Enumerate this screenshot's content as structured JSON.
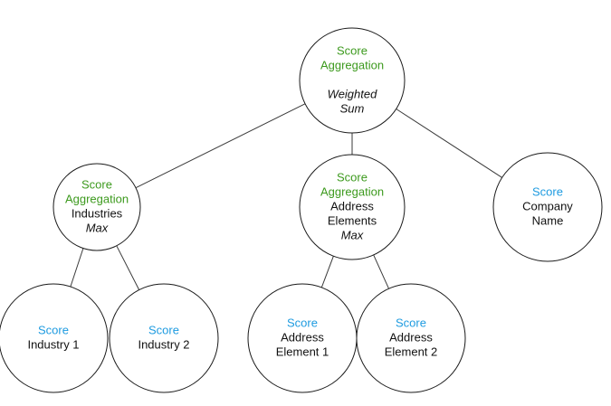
{
  "colors": {
    "aggregation": "#3d9a1e",
    "score": "#1e9be0",
    "text": "#111111",
    "stroke": "#1a1a1a"
  },
  "nodes": {
    "root": {
      "lines": [
        {
          "text": "Score",
          "style": "green"
        },
        {
          "text": "Aggregation",
          "style": "green"
        },
        {
          "text": "",
          "style": "spacer"
        },
        {
          "text": "Weighted",
          "style": "italic"
        },
        {
          "text": "Sum",
          "style": "italic"
        }
      ]
    },
    "industries": {
      "lines": [
        {
          "text": "Score",
          "style": "green"
        },
        {
          "text": "Aggregation",
          "style": "green"
        },
        {
          "text": "Industries",
          "style": "black"
        },
        {
          "text": "Max",
          "style": "italic"
        }
      ]
    },
    "address": {
      "lines": [
        {
          "text": "Score",
          "style": "green"
        },
        {
          "text": "Aggregation",
          "style": "green"
        },
        {
          "text": "Address",
          "style": "black"
        },
        {
          "text": "Elements",
          "style": "black"
        },
        {
          "text": "Max",
          "style": "italic"
        }
      ]
    },
    "company": {
      "lines": [
        {
          "text": "Score",
          "style": "blue"
        },
        {
          "text": "Company",
          "style": "black"
        },
        {
          "text": "Name",
          "style": "black"
        }
      ]
    },
    "industry1": {
      "lines": [
        {
          "text": "Score",
          "style": "blue"
        },
        {
          "text": "Industry 1",
          "style": "black"
        }
      ]
    },
    "industry2": {
      "lines": [
        {
          "text": "Score",
          "style": "blue"
        },
        {
          "text": "Industry 2",
          "style": "black"
        }
      ]
    },
    "address1": {
      "lines": [
        {
          "text": "Score",
          "style": "blue"
        },
        {
          "text": "Address",
          "style": "black"
        },
        {
          "text": "Element 1",
          "style": "black"
        }
      ]
    },
    "address2": {
      "lines": [
        {
          "text": "Score",
          "style": "blue"
        },
        {
          "text": "Address",
          "style": "black"
        },
        {
          "text": "Element 2",
          "style": "black"
        }
      ]
    }
  },
  "edges": [
    [
      "root",
      "industries"
    ],
    [
      "root",
      "address"
    ],
    [
      "root",
      "company"
    ],
    [
      "industries",
      "industry1"
    ],
    [
      "industries",
      "industry2"
    ],
    [
      "address",
      "address1"
    ],
    [
      "address",
      "address2"
    ]
  ]
}
